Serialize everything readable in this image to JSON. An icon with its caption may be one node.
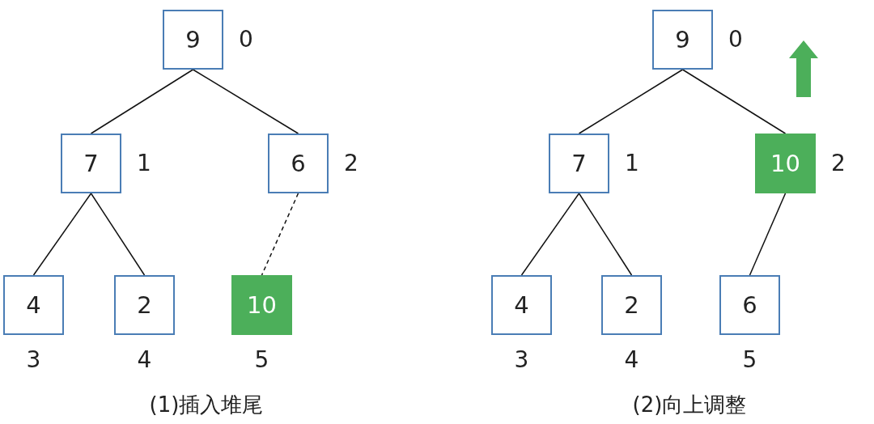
{
  "diagram": {
    "nodes": [
      {
        "text": [
          "9"
        ],
        "beside": [
          "0"
        ]
      },
      {
        "text": [
          "7"
        ],
        "beside": [
          "1"
        ]
      },
      {
        "text": [
          "6"
        ],
        "beside": [
          "2"
        ]
      },
      {
        "text": [
          "4"
        ],
        "beside": [
          "3"
        ]
      },
      {
        "text": [
          "2"
        ],
        "beside": [
          "4"
        ]
      },
      {
        "text": [
          "10"
        ],
        "beside": [
          "5"
        ]
      },
      {
        "text": [
          "9"
        ],
        "beside": [
          "0"
        ]
      },
      {
        "text": [
          "7"
        ],
        "beside": [
          "1"
        ]
      },
      {
        "text": [
          "10"
        ],
        "beside": [
          "2"
        ]
      },
      {
        "text": [
          "4"
        ],
        "beside": [
          "3"
        ]
      },
      {
        "text": [
          "2"
        ],
        "beside": [
          "4"
        ]
      },
      {
        "text": [
          "6"
        ],
        "beside": [
          "5"
        ]
      }
    ],
    "edges": [
      {
        "from": 0,
        "to": 1,
        "arrow": "none"
      },
      {
        "from": 0,
        "to": 2,
        "arrow": "none"
      },
      {
        "from": 1,
        "to": 3,
        "arrow": "none"
      },
      {
        "from": 1,
        "to": 4,
        "arrow": "none"
      },
      {
        "from": 2,
        "to": 5,
        "arrow": "none",
        "style": "dashed"
      },
      {
        "from": 6,
        "to": 7,
        "arrow": "none"
      },
      {
        "from": 6,
        "to": 8,
        "arrow": "none"
      },
      {
        "from": 7,
        "to": 9,
        "arrow": "none"
      },
      {
        "from": 7,
        "to": 10,
        "arrow": "none"
      },
      {
        "from": 8,
        "to": 11,
        "arrow": "none"
      }
    ],
    "labels": [
      "(1)插入堆尾",
      "(2)向上调整"
    ]
  }
}
